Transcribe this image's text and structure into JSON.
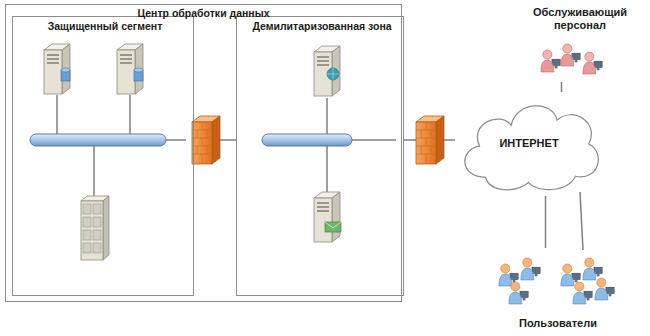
{
  "diagram": {
    "nodes": [
      {
        "text": [
          "Центр обработки данных"
        ]
      },
      {
        "text": [
          "Защищенный сегмент"
        ],
        "in": 0
      },
      {
        "text": [
          "Демилитаризованная зона"
        ],
        "in": 0
      },
      {
        "text": [
          "ИНТЕРНЕТ"
        ]
      },
      {
        "text": [
          "Обслуживающий персонал"
        ]
      },
      {
        "text": [
          "Пользователи"
        ]
      }
    ],
    "edges": [
      {
        "from": 1,
        "to": 2,
        "arrow": "none"
      },
      {
        "from": 2,
        "to": 3,
        "arrow": "none"
      },
      {
        "from": 3,
        "to": 4,
        "arrow": "none"
      },
      {
        "from": 3,
        "to": 5,
        "arrow": "none"
      }
    ]
  }
}
